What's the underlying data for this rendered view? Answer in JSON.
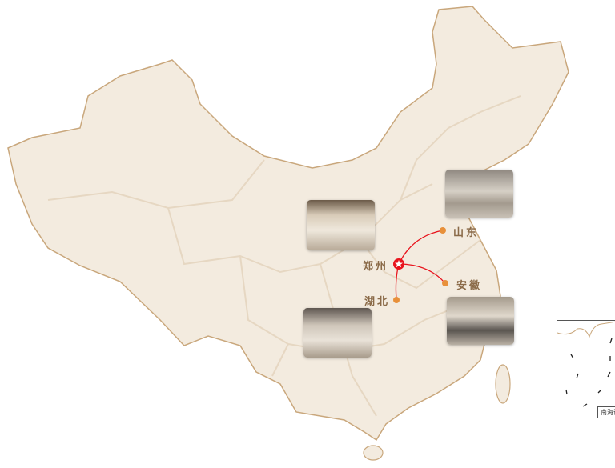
{
  "colors": {
    "land": "#f3ebdf",
    "border": "#c9a77c",
    "route": "#e8141d",
    "dot": "#e8903a",
    "label": "#8a6a48"
  },
  "hub": {
    "label": "郑州",
    "icon": "star-icon"
  },
  "destinations": [
    {
      "label": "山东"
    },
    {
      "label": "安徽"
    },
    {
      "label": "湖北"
    }
  ],
  "photos": [
    {
      "name": "showroom-photo-henan"
    },
    {
      "name": "showroom-photo-shandong"
    },
    {
      "name": "showroom-photo-hubei"
    },
    {
      "name": "showroom-photo-anhui"
    }
  ],
  "inset": {
    "label": "南海诸岛"
  }
}
